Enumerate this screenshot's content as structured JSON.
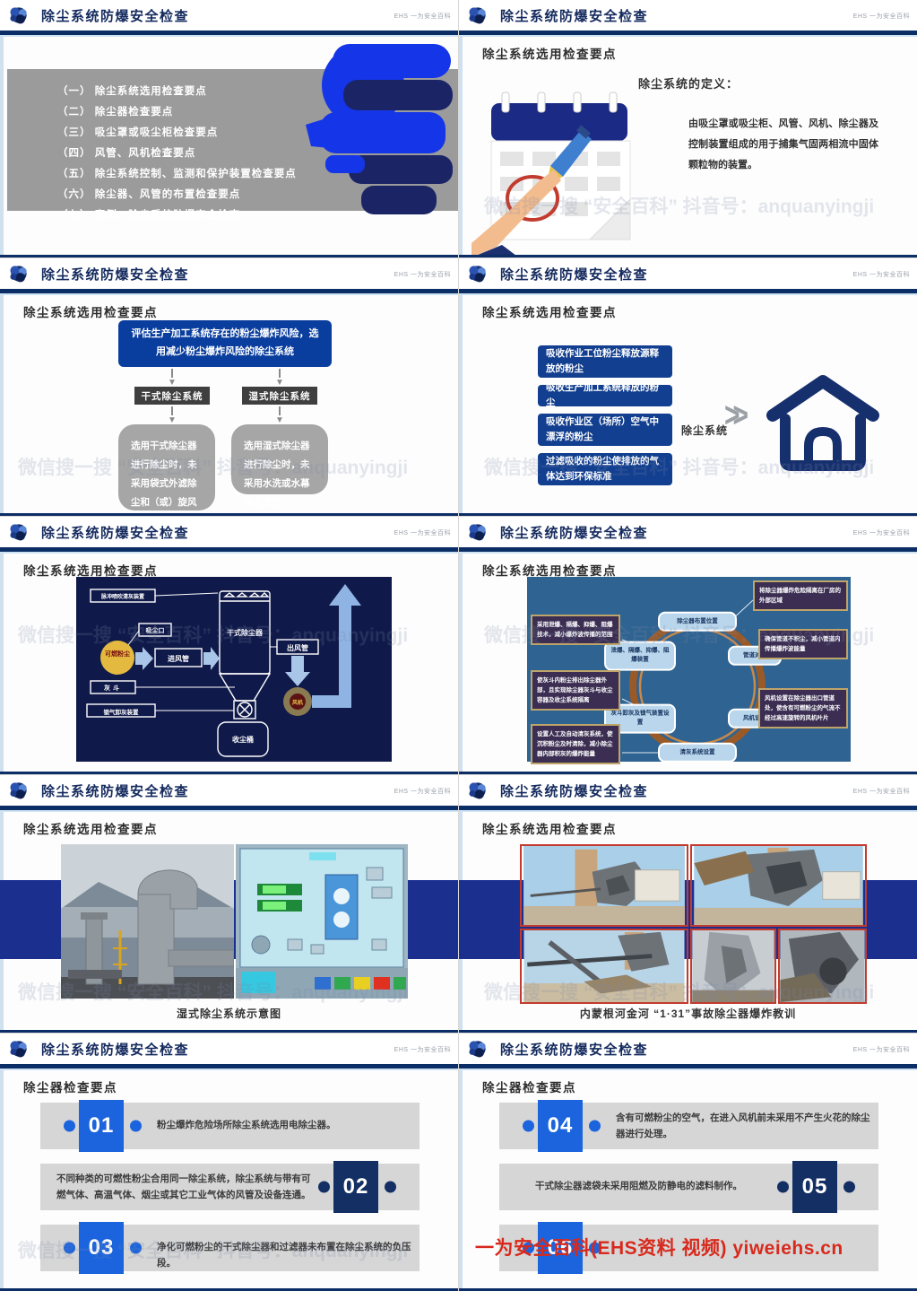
{
  "common": {
    "header_title": "除尘系统防爆安全检查",
    "brand": "EHS 一为安全百科",
    "watermark_faint": "微信搜一搜 “安全百科”  抖音号：anquanyingji",
    "watermark_red": "一为安全百科(EHS资料 视频) yiweiehs.cn"
  },
  "s1": {
    "items": [
      "（一） 除尘系统选用检查要点",
      "（二） 除尘器检查要点",
      "（三） 吸尘罩或吸尘柜检查要点",
      "（四） 风管、风机检查要点",
      "（五） 除尘系统控制、监测和保护装置检查要点",
      "（六） 除尘器、风管的布置检查要点",
      "（七） 案例：除尘系统防爆安全检查"
    ]
  },
  "s2": {
    "heading": "除尘系统选用检查要点",
    "def_title": "除尘系统的定义：",
    "def_body": "由吸尘罩或吸尘柜、风管、风机、除尘器及控制装置组成的用于捕集气固两相流中固体颗粒物的装置。"
  },
  "s3": {
    "heading": "除尘系统选用检查要点",
    "top_box": "评估生产加工系统存在的粉尘爆炸风险，选用减少粉尘爆炸风险的除尘系统",
    "left_label": "干式除尘系统",
    "right_label": "湿式除尘系统",
    "left_body": "选用干式除尘器进行除尘时，未采用袋式外滤除尘和（或）旋风除尘工艺",
    "right_body": "选用湿式除尘器进行除尘时，未采用水洗或水幕除尘工艺"
  },
  "s4": {
    "heading": "除尘系统选用检查要点",
    "boxes": [
      "吸收作业工位粉尘释放源释放的粉尘",
      "吸收生产加工系统释放的粉尘",
      "吸收作业区（场所）空气中漂浮的粉尘",
      "过滤吸收的粉尘使排放的气体达到环保标准"
    ],
    "system_label": "除尘系统"
  },
  "s5": {
    "heading": "除尘系统选用检查要点",
    "labels": {
      "pulse": "脉冲喷吹清灰装置",
      "inlet_port": "吸尘口",
      "dust": "可燃粉尘",
      "inlet_duct": "进风管",
      "collector": "干式除尘器",
      "outlet_duct": "出风管",
      "fan": "风机",
      "hopper": "灰斗",
      "lock": "锁气卸灰装置",
      "bucket": "收尘桶"
    }
  },
  "s6": {
    "heading": "除尘系统选用检查要点",
    "nodes": [
      "除尘器布置位置",
      "管道对策",
      "风机设置",
      "清灰系统设置",
      "灰斗卸灰及锁气装置设置",
      "泄爆、隔爆、抑爆、阻爆装置"
    ],
    "callouts": [
      "将除尘器爆炸危险隔离在厂房的外部区域",
      "确保管道不积尘，减小管道内传播爆炸波能量",
      "风机设置在除尘器出口管道处，使含有可燃粉尘的气流不经过高速旋转的风机叶片",
      "设置人工及自动清灰系统，使沉积粉尘及时清除，减小除尘器内部积灰的爆炸能量",
      "使灰斗内粉尘排出除尘器外部，且实现除尘器灰斗与收尘容器及收尘系统隔离",
      "采用泄爆、隔爆、抑爆、阻爆技术，减小爆炸波传播的范围"
    ]
  },
  "s7": {
    "heading": "除尘系统选用检查要点",
    "caption": "湿式除尘系统示意图"
  },
  "s8": {
    "heading": "除尘系统选用检查要点",
    "caption": "内蒙根河金河 “1·31”事故除尘器爆炸教训"
  },
  "s9": {
    "heading": "除尘器检查要点",
    "items": [
      {
        "num": "01",
        "text": "粉尘爆炸危险场所除尘系统选用电除尘器。"
      },
      {
        "num": "02",
        "text": "不同种类的可燃性粉尘合用同一除尘系统，除尘系统与带有可燃气体、高温气体、烟尘或其它工业气体的风管及设备连通。"
      },
      {
        "num": "03",
        "text": "净化可燃粉尘的干式除尘器和过滤器未布置在除尘系统的负压段。"
      }
    ]
  },
  "s10": {
    "heading": "除尘器检查要点",
    "items": [
      {
        "num": "04",
        "text": "含有可燃粉尘的空气，在进入风机前未采用不产生火花的除尘器进行处理。"
      },
      {
        "num": "05",
        "text": "干式除尘器滤袋未采用阻燃及防静电的滤料制作。"
      },
      {
        "num": "06",
        "text": ""
      }
    ]
  }
}
